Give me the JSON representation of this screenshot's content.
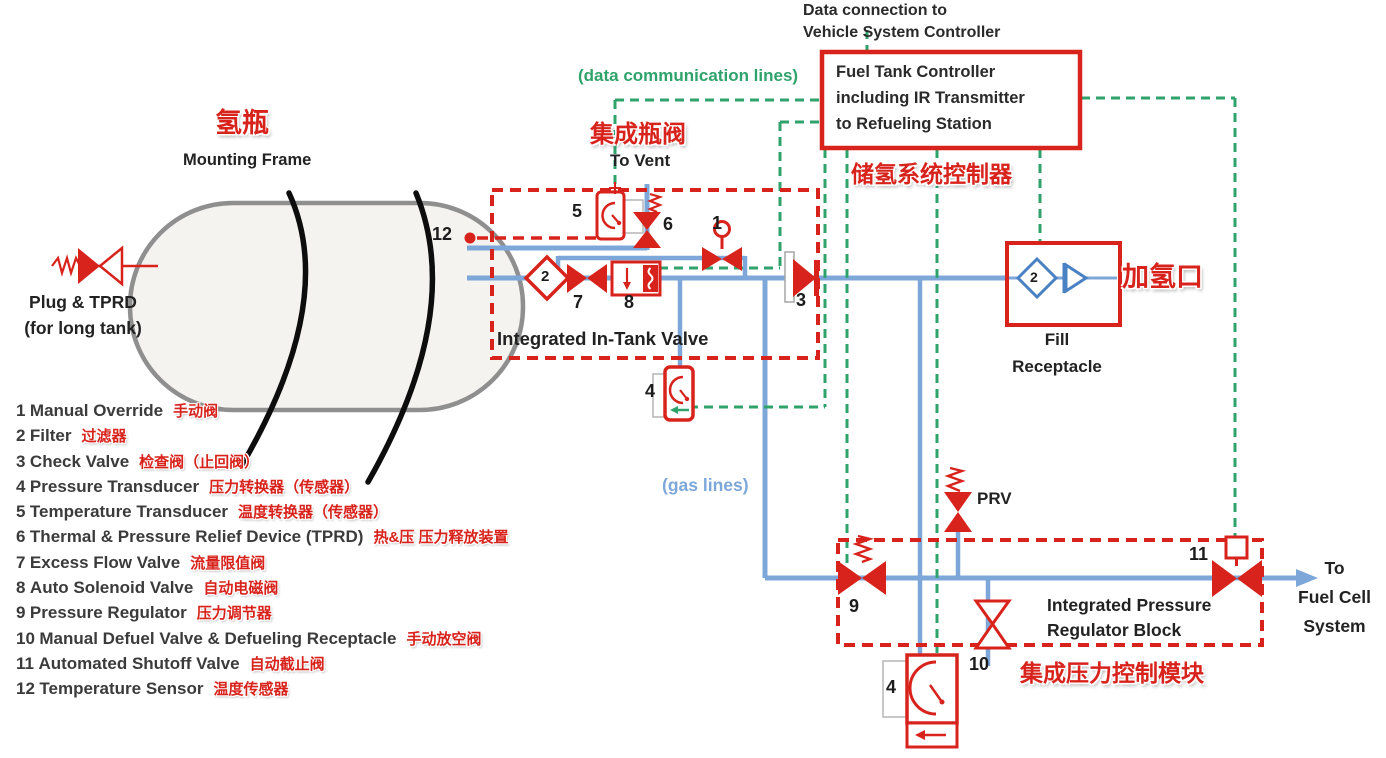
{
  "colors": {
    "red": "#d8231c",
    "gas_blue": "#7da7d8",
    "data_green": "#2fa36b",
    "receptacle_blue": "#4a80c4"
  },
  "labels": {
    "tank_cn": "氢瓶",
    "mounting_frame": "Mounting Frame",
    "plug_tprd_1": "Plug & TPRD",
    "plug_tprd_2": "(for long tank)",
    "bottle_valve_cn": "集成瓶阀",
    "to_vent": "To Vent",
    "data_comm": "(data communication lines)",
    "data_conn_1": "Data connection to",
    "data_conn_2": "Vehicle System Controller",
    "controller_1": "Fuel Tank Controller",
    "controller_2": "including IR Transmitter",
    "controller_3": "to Refueling Station",
    "controller_cn": "储氢系统控制器",
    "in_tank_valve": "Integrated In-Tank Valve",
    "gas_lines": "(gas lines)",
    "fill_1": "Fill",
    "fill_2": "Receptacle",
    "fill_cn": "加氢口",
    "prv": "PRV",
    "regulator_1": "Integrated Pressure",
    "regulator_2": "Regulator Block",
    "regulator_cn": "集成压力控制模块",
    "fuel_cell_1": "To",
    "fuel_cell_2": "Fuel Cell",
    "fuel_cell_3": "System"
  },
  "markers": {
    "n1": "1",
    "n2": "2",
    "n3": "3",
    "n4": "4",
    "n5": "5",
    "n6": "6",
    "n7": "7",
    "n8": "8",
    "n9": "9",
    "n10": "10",
    "n11": "11",
    "n12": "12"
  },
  "legend": [
    {
      "num": "1",
      "en": "Manual Override",
      "cn": "手动阀"
    },
    {
      "num": "2",
      "en": "Filter",
      "cn": "过滤器"
    },
    {
      "num": "3",
      "en": "Check Valve",
      "cn": "检查阀（止回阀）"
    },
    {
      "num": "4",
      "en": "Pressure Transducer",
      "cn": "压力转换器（传感器）"
    },
    {
      "num": "5",
      "en": "Temperature Transducer",
      "cn": "温度转换器（传感器）"
    },
    {
      "num": "6",
      "en": "Thermal & Pressure Relief Device (TPRD)",
      "cn": "热&压 压力释放装置"
    },
    {
      "num": "7",
      "en": "Excess Flow Valve",
      "cn": "流量限值阀"
    },
    {
      "num": "8",
      "en": "Auto Solenoid Valve",
      "cn": "自动电磁阀"
    },
    {
      "num": "9",
      "en": "Pressure Regulator",
      "cn": "压力调节器"
    },
    {
      "num": "10",
      "en": "Manual Defuel Valve & Defueling Receptacle",
      "cn": "手动放空阀"
    },
    {
      "num": "11",
      "en": "Automated Shutoff Valve",
      "cn": "自动截止阀"
    },
    {
      "num": "12",
      "en": "Temperature Sensor",
      "cn": "温度传感器"
    }
  ]
}
